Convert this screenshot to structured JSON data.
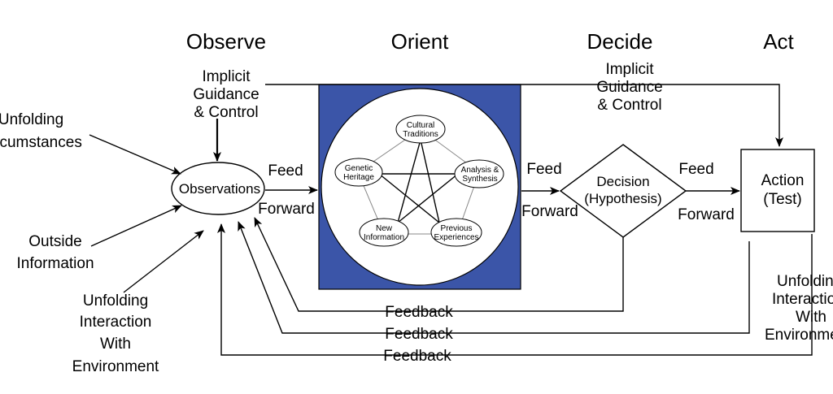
{
  "phases": {
    "observe": "Observe",
    "orient": "Orient",
    "decide": "Decide",
    "act": "Act"
  },
  "observe_inputs": {
    "implicit_guidance": [
      "Implicit",
      "Guidance",
      "& Control"
    ],
    "unfolding_circumstances": [
      "Unfolding",
      "Circumstances"
    ],
    "outside_information": [
      "Outside",
      "Information"
    ],
    "unfolding_interaction": [
      "Unfolding",
      "Interaction",
      "With",
      "Environment"
    ]
  },
  "nodes": {
    "observations": "Observations",
    "decision": [
      "Decision",
      "(Hypothesis)"
    ],
    "action": [
      "Action",
      "(Test)"
    ]
  },
  "orient_elements": {
    "cultural": [
      "Cultural",
      "Traditions"
    ],
    "genetic": [
      "Genetic",
      "Heritage"
    ],
    "analysis": [
      "Analysis &",
      "Synthesis"
    ],
    "new_info": [
      "New",
      "Information"
    ],
    "previous": [
      "Previous",
      "Experiences"
    ]
  },
  "feed_forward": [
    "Feed",
    "Forward"
  ],
  "decide_guidance": [
    "Implicit",
    "Guidance",
    "& Control"
  ],
  "act_unfolding": [
    "Unfolding",
    "Interaction",
    "With",
    "Environment"
  ],
  "feedback_labels": [
    "Feedback",
    "Feedback",
    "Feedback"
  ],
  "colors": {
    "orient_box": "#3b55a8",
    "stroke": "#000000",
    "background": "#ffffff"
  }
}
